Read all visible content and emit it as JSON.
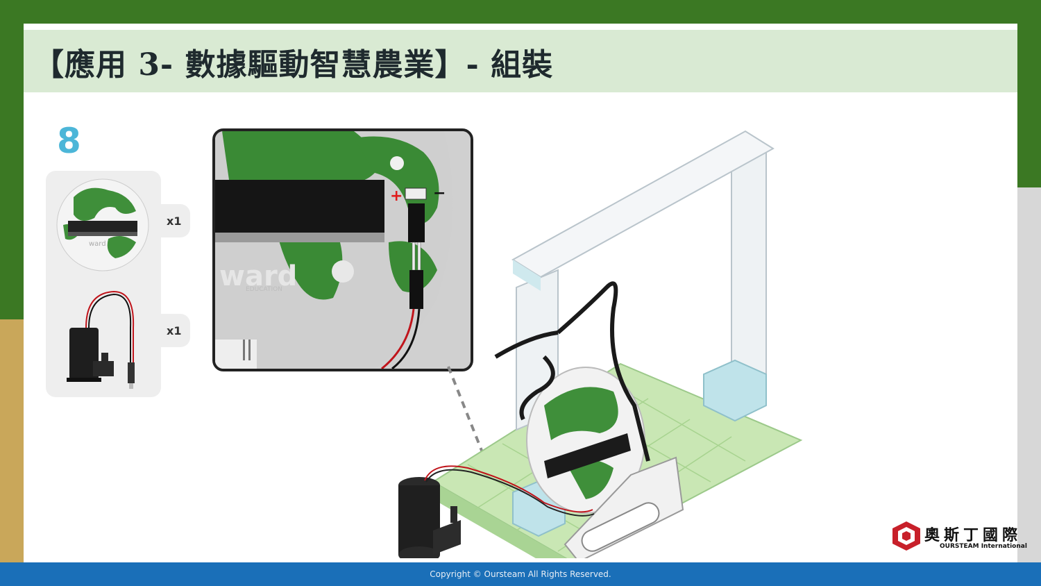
{
  "slide": {
    "title": "【應用 3- 數據驅動智慧農業】- 組裝",
    "step_number": "8"
  },
  "parts": [
    {
      "name": "micro:bit expansion board",
      "qty": "x1"
    },
    {
      "name": "water pump",
      "qty": "x1"
    }
  ],
  "zoom_detail": {
    "plus_sign": "+",
    "minus_sign": "−",
    "brand_text": "ward",
    "brand_subtext": "EDUCATION"
  },
  "logo": {
    "chinese_name": "奧斯丁國際",
    "english_name": "OURSTEAM International"
  },
  "footer": {
    "copyright": "Copyright © Oursteam All Rights Reserved."
  },
  "colors": {
    "title_bar": "#d9ead3",
    "step_number": "#4cb6d8",
    "footer": "#1a6fb8",
    "background_green": "#3b7823"
  }
}
